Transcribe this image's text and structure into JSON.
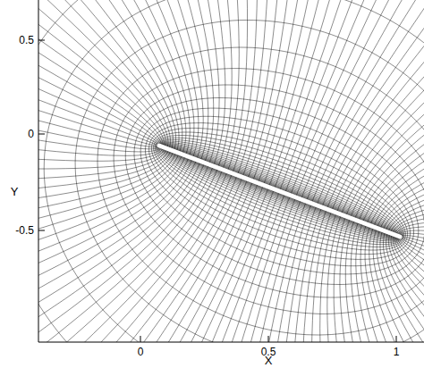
{
  "diagram": {
    "labels": [
      "0.5",
      "0",
      "-0.5",
      "0",
      "0.5",
      "1",
      "X",
      "Y"
    ]
  }
}
